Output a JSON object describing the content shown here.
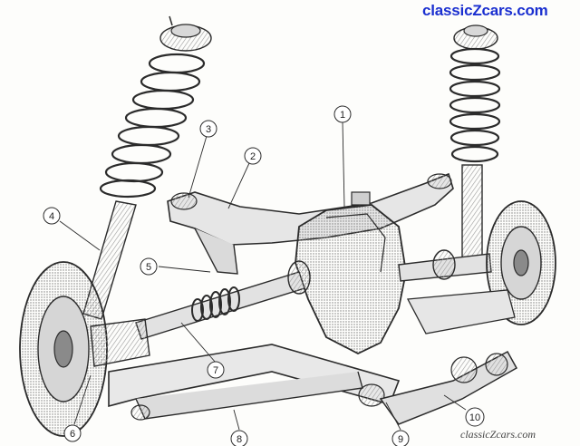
{
  "watermarks": {
    "top": "classicZcars.com",
    "bottom": "classicZcars.com"
  },
  "callouts": [
    {
      "id": "1",
      "label": "1"
    },
    {
      "id": "2",
      "label": "2"
    },
    {
      "id": "3",
      "label": "3"
    },
    {
      "id": "4",
      "label": "4"
    },
    {
      "id": "5",
      "label": "5"
    },
    {
      "id": "6",
      "label": "6"
    },
    {
      "id": "7",
      "label": "7"
    },
    {
      "id": "8",
      "label": "8"
    },
    {
      "id": "9",
      "label": "9"
    },
    {
      "id": "10",
      "label": "10"
    }
  ],
  "colors": {
    "ink": "#2b2b2b",
    "shade": "#8a8a8a",
    "light_shade": "#c9c9c9",
    "watermark_top": "#1a2fd0",
    "watermark_bottom": "#444444"
  }
}
